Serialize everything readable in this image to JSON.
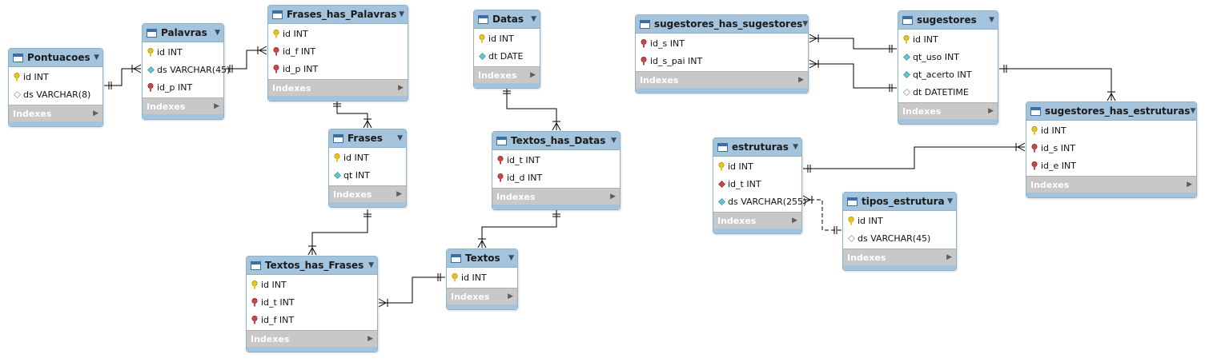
{
  "colors": {
    "header": "#a4c3dc",
    "border": "#8eb2cc",
    "indexes_bar": "#c8c8c8",
    "primary_key": "#e6c619",
    "foreign_key": "#c64848",
    "attribute": "#5fc7d0",
    "nullable": "#a9aeb3",
    "line": "#000000"
  },
  "indexes_label": "Indexes",
  "tables": [
    {
      "id": "pontuacoes",
      "name": "Pontuacoes",
      "columns": [
        {
          "label": "id INT",
          "kind": "pk"
        },
        {
          "label": "ds VARCHAR(8)",
          "kind": "nullable"
        }
      ]
    },
    {
      "id": "palavras",
      "name": "Palavras",
      "columns": [
        {
          "label": "id INT",
          "kind": "pk"
        },
        {
          "label": "ds VARCHAR(45)",
          "kind": "attr"
        },
        {
          "label": "id_p INT",
          "kind": "fk"
        }
      ]
    },
    {
      "id": "frases_has_palavras",
      "name": "Frases_has_Palavras",
      "columns": [
        {
          "label": "id INT",
          "kind": "pk"
        },
        {
          "label": "id_f INT",
          "kind": "fk"
        },
        {
          "label": "id_p INT",
          "kind": "fk"
        }
      ]
    },
    {
      "id": "datas",
      "name": "Datas",
      "columns": [
        {
          "label": "id INT",
          "kind": "pk"
        },
        {
          "label": "dt DATE",
          "kind": "attr"
        }
      ]
    },
    {
      "id": "frases",
      "name": "Frases",
      "columns": [
        {
          "label": "id INT",
          "kind": "pk"
        },
        {
          "label": "qt INT",
          "kind": "attr"
        }
      ]
    },
    {
      "id": "textos_has_datas",
      "name": "Textos_has_Datas",
      "columns": [
        {
          "label": "id_t INT",
          "kind": "fk"
        },
        {
          "label": "id_d INT",
          "kind": "fk"
        }
      ]
    },
    {
      "id": "textos_has_frases",
      "name": "Textos_has_Frases",
      "columns": [
        {
          "label": "id INT",
          "kind": "pk"
        },
        {
          "label": "id_t INT",
          "kind": "fk"
        },
        {
          "label": "id_f INT",
          "kind": "fk"
        }
      ]
    },
    {
      "id": "textos",
      "name": "Textos",
      "columns": [
        {
          "label": "id INT",
          "kind": "pk"
        }
      ]
    },
    {
      "id": "sugestores_has_sugestores",
      "name": "sugestores_has_sugestores",
      "columns": [
        {
          "label": "id_s INT",
          "kind": "fk"
        },
        {
          "label": "id_s_pai INT",
          "kind": "fk"
        }
      ]
    },
    {
      "id": "sugestores",
      "name": "sugestores",
      "columns": [
        {
          "label": "id INT",
          "kind": "pk"
        },
        {
          "label": "qt_uso INT",
          "kind": "attr"
        },
        {
          "label": "qt_acerto INT",
          "kind": "attr"
        },
        {
          "label": "dt DATETIME",
          "kind": "nullable"
        }
      ]
    },
    {
      "id": "sugestores_has_estruturas",
      "name": "sugestores_has_estruturas",
      "columns": [
        {
          "label": "id INT",
          "kind": "pk"
        },
        {
          "label": "id_s INT",
          "kind": "fk"
        },
        {
          "label": "id_e INT",
          "kind": "fk"
        }
      ]
    },
    {
      "id": "estruturas",
      "name": "estruturas",
      "columns": [
        {
          "label": "id INT",
          "kind": "pk"
        },
        {
          "label": "id_t INT",
          "kind": "fk_attr"
        },
        {
          "label": "ds VARCHAR(255)",
          "kind": "attr"
        }
      ]
    },
    {
      "id": "tipos_estrutura",
      "name": "tipos_estrutura",
      "columns": [
        {
          "label": "id INT",
          "kind": "pk"
        },
        {
          "label": "ds VARCHAR(45)",
          "kind": "nullable"
        }
      ]
    }
  ],
  "relationships": [
    {
      "from": "pontuacoes",
      "to": "palavras",
      "identifying": true
    },
    {
      "from": "palavras",
      "to": "frases_has_palavras",
      "identifying": true
    },
    {
      "from": "frases",
      "to": "frases_has_palavras",
      "identifying": true
    },
    {
      "from": "frases",
      "to": "textos_has_frases",
      "identifying": true
    },
    {
      "from": "textos",
      "to": "textos_has_frases",
      "identifying": true
    },
    {
      "from": "datas",
      "to": "textos_has_datas",
      "identifying": true
    },
    {
      "from": "textos",
      "to": "textos_has_datas",
      "identifying": true
    },
    {
      "from": "sugestores",
      "to": "sugestores_has_sugestores",
      "identifying": true
    },
    {
      "from": "sugestores",
      "to": "sugestores_has_sugestores",
      "identifying": true
    },
    {
      "from": "sugestores",
      "to": "sugestores_has_estruturas",
      "identifying": true
    },
    {
      "from": "estruturas",
      "to": "sugestores_has_estruturas",
      "identifying": true
    },
    {
      "from": "tipos_estrutura",
      "to": "estruturas",
      "identifying": false
    }
  ]
}
